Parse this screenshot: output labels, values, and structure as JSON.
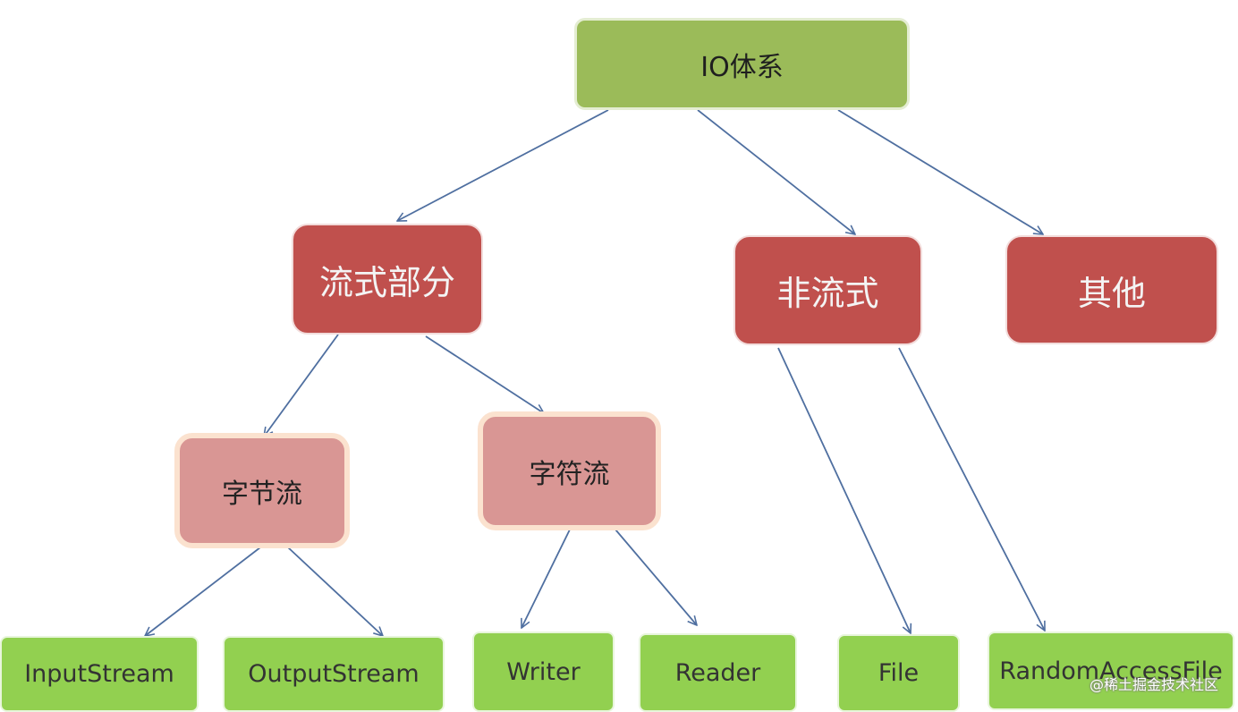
{
  "diagram": {
    "root": "IO体系",
    "categories": {
      "stream": "流式部分",
      "non_stream": "非流式",
      "other": "其他"
    },
    "substreams": {
      "byte": "字节流",
      "char": "字符流"
    },
    "leaves": {
      "input_stream": "InputStream",
      "output_stream": "OutputStream",
      "writer": "Writer",
      "reader": "Reader",
      "file": "File",
      "random_access_file": "RandomAccessFile"
    },
    "watermark": "@稀土掘金技术社区",
    "colors": {
      "root_fill": "#9bbb59",
      "category_fill": "#c0504d",
      "substream_fill": "#d99694",
      "leaf_fill": "#92d050",
      "edge": "#4f6fa0"
    }
  }
}
